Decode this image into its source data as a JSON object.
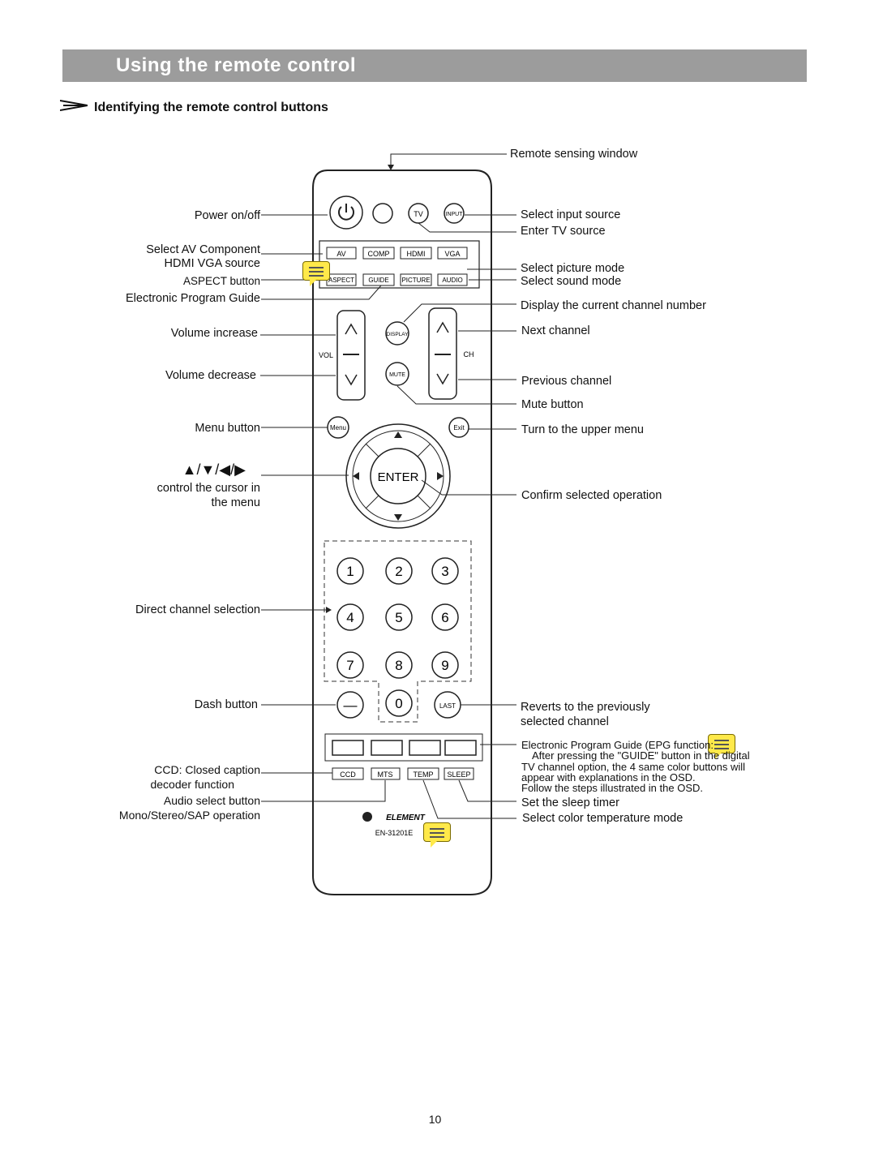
{
  "page": {
    "title": "Using the remote control",
    "section": "Identifying the remote control buttons",
    "page_number": "10"
  },
  "labels_left": {
    "power": "Power on/off",
    "av_component_1": "Select AV Component",
    "av_component_2": "HDMI VGA source",
    "aspect": "ASPECT button",
    "epg": "Electronic Program Guide",
    "vol_up": "Volume increase",
    "vol_down": "Volume decrease",
    "menu": "Menu button",
    "cursor_symbols": "▲/▼/◀/▶",
    "cursor_1": "control the cursor in",
    "cursor_2": "the menu",
    "direct": "Direct channel selection",
    "dash": "Dash button",
    "ccd_1": "CCD: Closed caption",
    "ccd_2": "decoder function",
    "audio_1": "Audio select button",
    "audio_2": "Mono/Stereo/SAP operation"
  },
  "labels_right": {
    "sensor": "Remote sensing window",
    "input": "Select input source",
    "tv": "Enter TV source",
    "picture": "Select picture mode",
    "sound": "Select sound mode",
    "display": "Display the current channel number",
    "next": "Next channel",
    "prev": "Previous channel",
    "mute": "Mute button",
    "exit": "Turn to the upper menu",
    "confirm": "Confirm selected operation",
    "last_1": "Reverts to the previously",
    "last_2": "selected channel",
    "epg_1": "Electronic Program Guide (EPG function:",
    "epg_2": "After pressing the \"GUIDE\" button in the digital",
    "epg_3": "TV channel option, the 4 same color buttons will",
    "epg_4": "appear with explanations in the OSD.",
    "epg_5": "Follow the steps illustrated in the OSD.",
    "sleep": "Set the sleep timer",
    "temp": "Select color temperature mode"
  },
  "remote": {
    "tv": "TV",
    "input": "INPUT",
    "row1": [
      "AV",
      "COMP",
      "HDMI",
      "VGA"
    ],
    "row2": [
      "ASPECT",
      "GUIDE",
      "PICTURE",
      "AUDIO"
    ],
    "vol": "VOL",
    "ch": "CH",
    "display": "DISPLAY",
    "mute": "MUTE",
    "menu": "Menu",
    "exit": "Exit",
    "enter": "ENTER",
    "digits": [
      "1",
      "2",
      "3",
      "4",
      "5",
      "6",
      "7",
      "8",
      "9"
    ],
    "dash": "—",
    "zero": "0",
    "last": "LAST",
    "bottom_row": [
      "CCD",
      "MTS",
      "TEMP",
      "SLEEP"
    ],
    "brand": "ELEMENT",
    "model": "EN-31201E"
  }
}
